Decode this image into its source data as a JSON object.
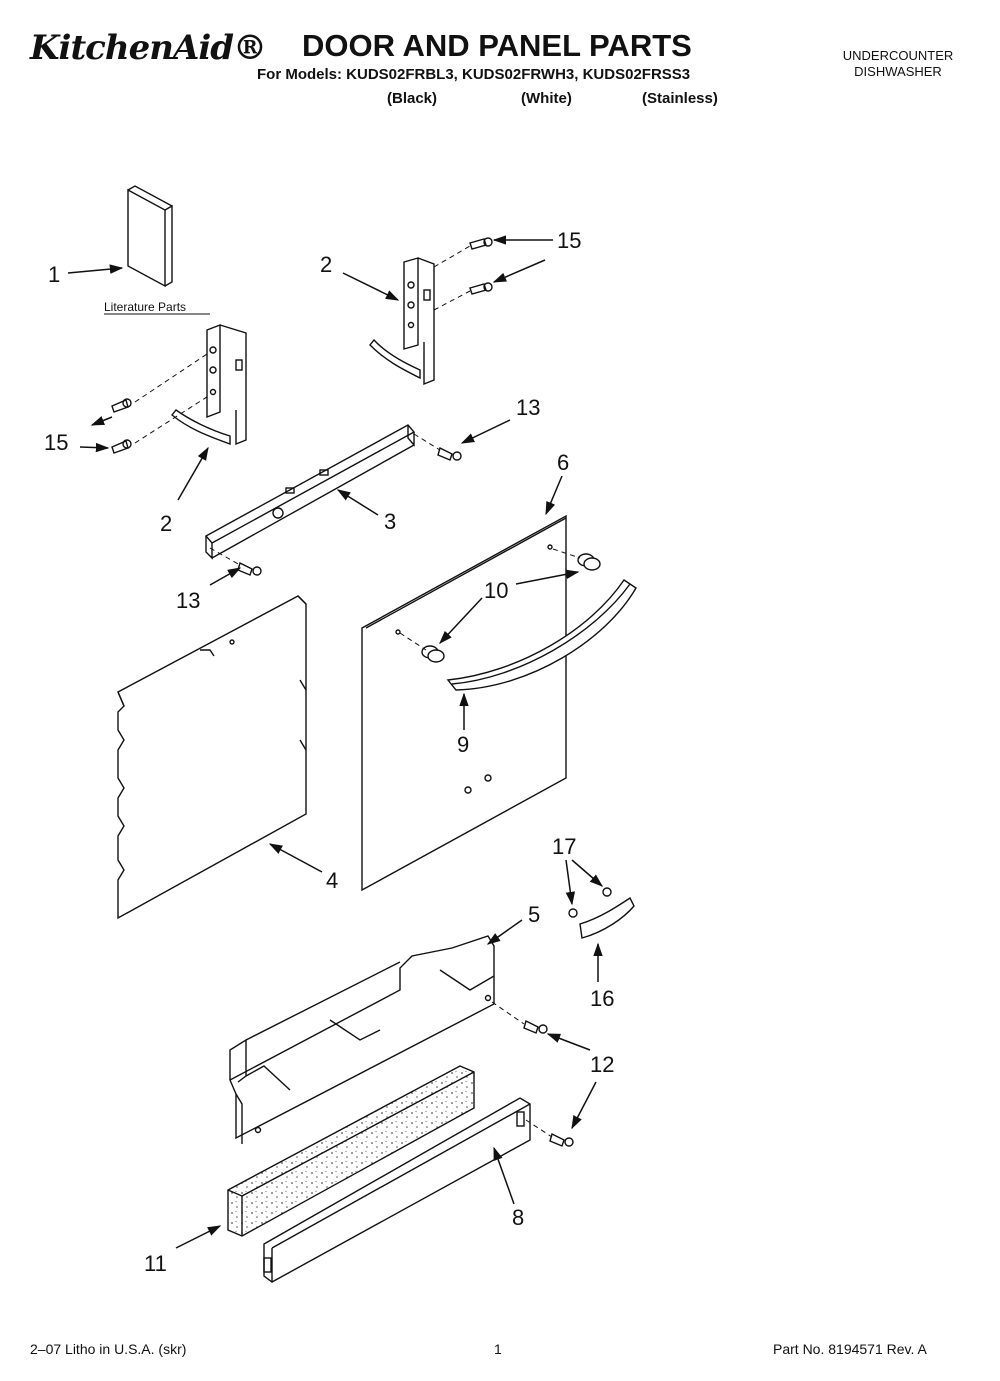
{
  "header": {
    "brand": "KitchenAid®",
    "title": "DOOR AND PANEL PARTS",
    "models": "For Models: KUDS02FRBL3, KUDS02FRWH3, KUDS02FRSS3",
    "variants": [
      "(Black)",
      "(White)",
      "(Stainless)"
    ],
    "category_line1": "UNDERCOUNTER",
    "category_line2": "DISHWASHER"
  },
  "diagram": {
    "literature_label": "Literature Parts",
    "callouts": [
      "1",
      "2",
      "15",
      "13",
      "3",
      "6",
      "10",
      "9",
      "4",
      "17",
      "5",
      "16",
      "12",
      "8",
      "11"
    ]
  },
  "footer": {
    "left": "2–07 Litho in U.S.A. (skr)",
    "center": "1",
    "right": "Part No. 8194571 Rev. A"
  }
}
